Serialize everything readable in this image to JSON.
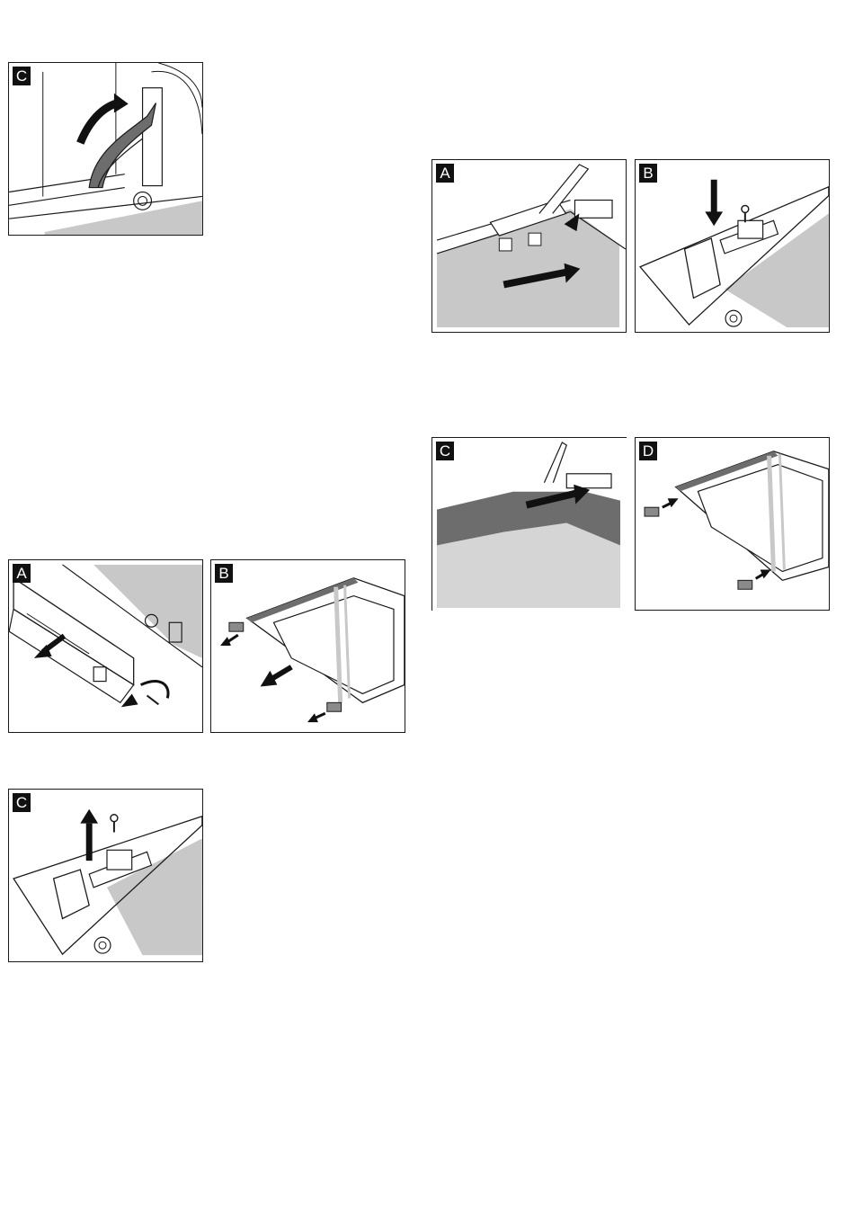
{
  "figures": {
    "left_c1": {
      "label": "C"
    },
    "left_a": {
      "label": "A"
    },
    "left_b": {
      "label": "B"
    },
    "left_c2": {
      "label": "C"
    },
    "right_a": {
      "label": "A"
    },
    "right_b": {
      "label": "B"
    },
    "right_c": {
      "label": "C"
    },
    "right_d": {
      "label": "D"
    }
  },
  "colors": {
    "line": "#1a1a1a",
    "gray_light": "#c8c8c8",
    "gray_mid": "#8a8a8a",
    "gray_dark": "#6d6d6d",
    "arrow": "#111111"
  }
}
